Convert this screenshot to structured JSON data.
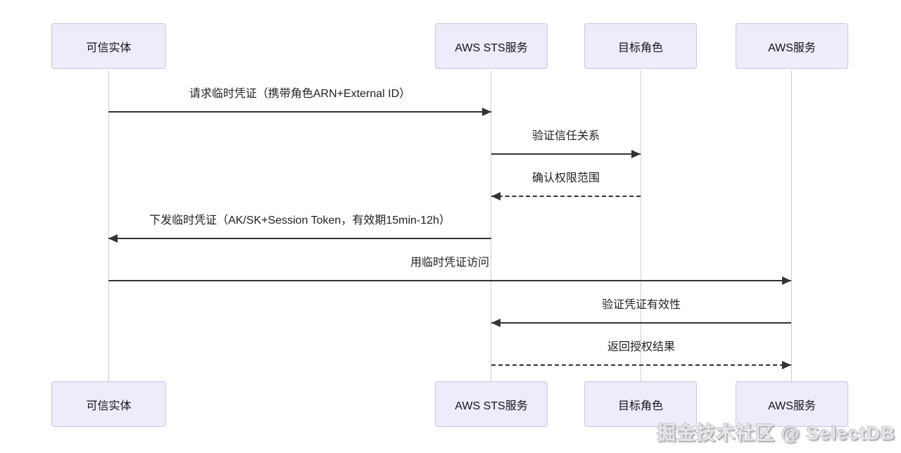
{
  "diagram": {
    "type": "sequence-diagram",
    "topic": "AWS STS temporary credentials flow",
    "actors": [
      {
        "id": "trusted-entity",
        "label": "可信实体"
      },
      {
        "id": "aws-sts",
        "label": "AWS STS服务"
      },
      {
        "id": "target-role",
        "label": "目标角色"
      },
      {
        "id": "aws-service",
        "label": "AWS服务"
      }
    ],
    "messages": [
      {
        "from": "可信实体",
        "to": "AWS STS服务",
        "label": "请求临时凭证（携带角色ARN+External ID）",
        "line": "solid",
        "direction": "right"
      },
      {
        "from": "AWS STS服务",
        "to": "目标角色",
        "label": "验证信任关系",
        "line": "solid",
        "direction": "right"
      },
      {
        "from": "目标角色",
        "to": "AWS STS服务",
        "label": "确认权限范围",
        "line": "dashed",
        "direction": "left"
      },
      {
        "from": "AWS STS服务",
        "to": "可信实体",
        "label": "下发临时凭证（AK/SK+Session Token，有效期15min-12h）",
        "line": "solid",
        "direction": "left"
      },
      {
        "from": "可信实体",
        "to": "AWS服务",
        "label": "用临时凭证访问",
        "line": "solid",
        "direction": "right"
      },
      {
        "from": "AWS服务",
        "to": "AWS STS服务",
        "label": "验证凭证有效性",
        "line": "solid",
        "direction": "left"
      },
      {
        "from": "AWS STS服务",
        "to": "AWS服务",
        "label": "返回授权结果",
        "line": "dashed",
        "direction": "right"
      }
    ],
    "watermark": "掘金技术社区 @ SelectDB",
    "colors": {
      "background": "#ffffff",
      "actor_fill": "#ECECFB",
      "actor_border": "#C9C6EA",
      "lifeline": "#CCC9EA",
      "arrow": "#333333",
      "text": "#1f1f1f",
      "watermark_text": "#e6e6ea"
    }
  }
}
